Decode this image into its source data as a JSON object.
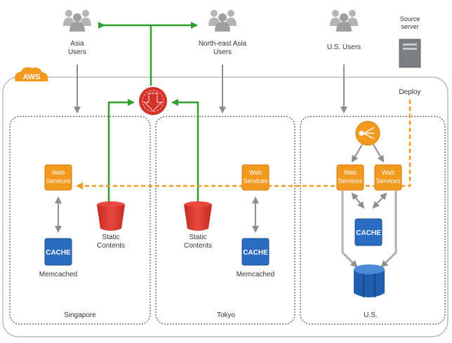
{
  "users": {
    "asia": [
      "Asia",
      "Users"
    ],
    "ne_asia": [
      "North-east Asia",
      "Users"
    ],
    "us": "U.S. Users"
  },
  "source_server": [
    "Source",
    "server"
  ],
  "deploy": "Deploy",
  "aws_badge": "AWS",
  "regions": {
    "singapore": "Singapore",
    "tokyo": "Tokyo",
    "us": "U.S."
  },
  "web_services": [
    "Web",
    "Services"
  ],
  "cache_label": "CACHE",
  "memcached": "Memcached",
  "static_contents": [
    "Static",
    "Contents"
  ],
  "colors": {
    "green": "#2e9e2e",
    "orange": "#f39a1e",
    "red": "#e0372b",
    "blue": "#2a6cc0",
    "gray": "#8e8e8e"
  }
}
